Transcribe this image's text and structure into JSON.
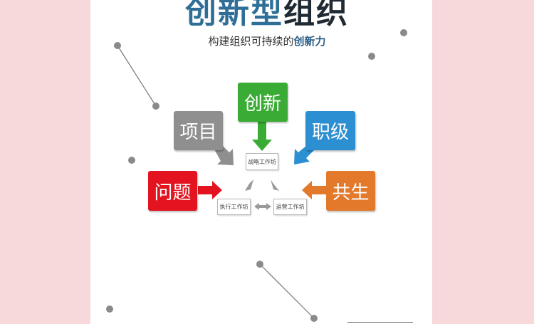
{
  "title": {
    "part1": "创新型",
    "part2": "组织"
  },
  "subtitle": {
    "prefix": "构建组织可持续的",
    "accent": "创新力"
  },
  "boxes": {
    "innovation": "创新",
    "project": "项目",
    "rank": "职级",
    "problem": "问题",
    "symbiosis": "共生"
  },
  "workshops": {
    "strategy": "战略工作坊",
    "execution": "执行工作坊",
    "operation": "运营工作坊"
  },
  "colors": {
    "innovation": "#3aab35",
    "project": "#8f8f8f",
    "rank": "#2b8fd2",
    "problem": "#e3141f",
    "symbiosis": "#e3792b",
    "title_blue": "#2f6f97",
    "background": "#f7d9dc"
  }
}
